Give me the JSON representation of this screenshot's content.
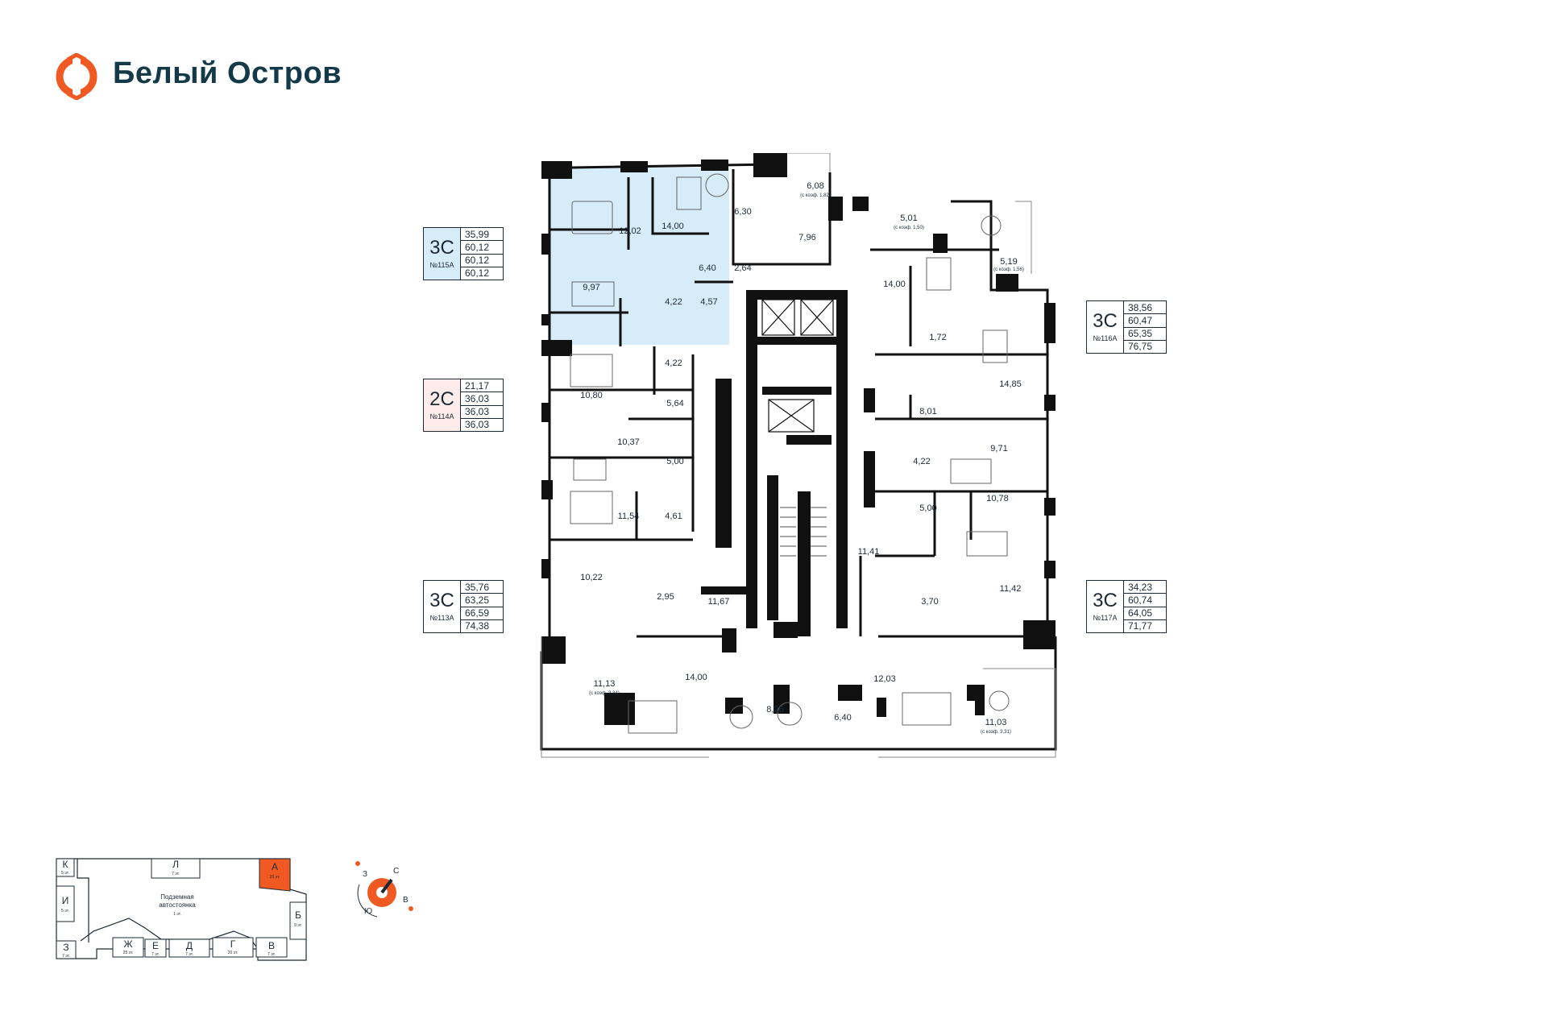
{
  "brand": {
    "name": "Белый Остров",
    "accent": "#f05a22",
    "dark": "#143a4a"
  },
  "apartments": [
    {
      "type": "3С",
      "number": "№115А",
      "areas": [
        "35,99",
        "60,12",
        "60,12",
        "60,12"
      ],
      "highlight": "#d6ecf8"
    },
    {
      "type": "2С",
      "number": "№114А",
      "areas": [
        "21,17",
        "36,03",
        "36,03",
        "36,03"
      ],
      "highlight": "#fdecea"
    },
    {
      "type": "3С",
      "number": "№113А",
      "areas": [
        "35,76",
        "63,25",
        "66,59",
        "74,38"
      ]
    },
    {
      "type": "3С",
      "number": "№116А",
      "areas": [
        "38,56",
        "60,47",
        "65,35",
        "76,75"
      ]
    },
    {
      "type": "3С",
      "number": "№117А",
      "areas": [
        "34,23",
        "60,74",
        "64,05",
        "71,77"
      ]
    }
  ],
  "plan": {
    "rooms": [
      "6,08",
      "5,01",
      "5,19",
      "12,02",
      "14,00",
      "6,30",
      "7,96",
      "6,40",
      "2,64",
      "14,00",
      "9,97",
      "4,22",
      "4,57",
      "1,72",
      "14,85",
      "4,22",
      "10,80",
      "5,64",
      "8,01",
      "10,37",
      "5,00",
      "9,71",
      "4,22",
      "11,54",
      "4,61",
      "5,00",
      "10,78",
      "11,41",
      "10,22",
      "2,95",
      "11,67",
      "3,70",
      "11,42",
      "11,13",
      "14,00",
      "8,26",
      "6,40",
      "12,03",
      "11,03"
    ],
    "coef_notes": [
      "(с коэф. 1,82)",
      "(с коэф. 1,50)",
      "(с коэф. 1,56)",
      "(с коэф. 3,34)",
      "(с коэф. 3,31)"
    ]
  },
  "site_map": {
    "sections": [
      {
        "letter": "К",
        "floors": "5 эт."
      },
      {
        "letter": "Л",
        "floors": "7 эт."
      },
      {
        "letter": "А",
        "floors": "20 эт.",
        "selected": true
      },
      {
        "letter": "И",
        "floors": "5 эт."
      },
      {
        "letter": "Б",
        "floors": "9 эт."
      },
      {
        "letter": "З",
        "floors": "7 эт."
      },
      {
        "letter": "Ж",
        "floors": "25 эт."
      },
      {
        "letter": "Е",
        "floors": "7 эт."
      },
      {
        "letter": "Д",
        "floors": "7 эт."
      },
      {
        "letter": "Г",
        "floors": "20 эт."
      },
      {
        "letter": "В",
        "floors": "7 эт."
      }
    ],
    "parking": {
      "line1": "Подземная",
      "line2": "автостоянка",
      "floors": "1 эт."
    }
  },
  "compass": {
    "n": "С",
    "e": "В",
    "s": "Ю",
    "w": "З",
    "accent": "#f05a22"
  }
}
